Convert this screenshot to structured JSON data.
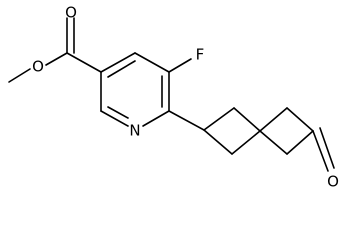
{
  "structure": {
    "atom_labels": {
      "carbonyl_oxygen_ester": "O",
      "ether_oxygen_ester": "O",
      "fluorine": "F",
      "pyridine_nitrogen": "N",
      "ketone_oxygen": "O"
    },
    "colors": {
      "bond": "#000000",
      "label": "#000000",
      "background": "#ffffff"
    }
  }
}
